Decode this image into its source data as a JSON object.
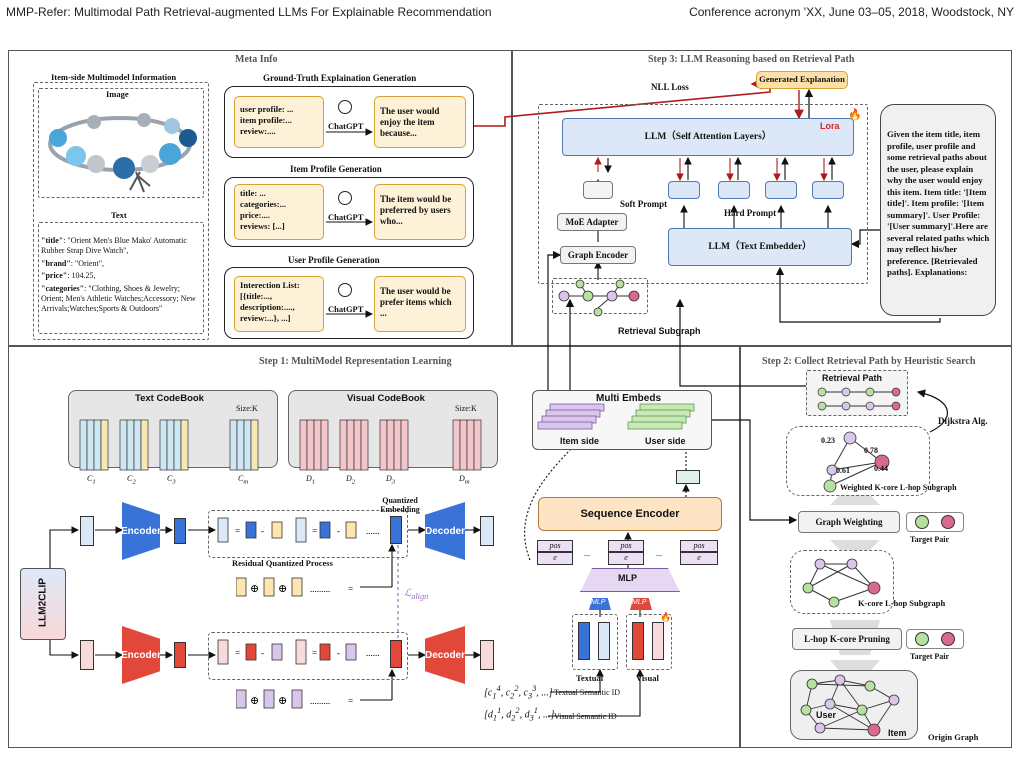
{
  "header": {
    "left": "MMP-Refer: Multimodal Path Retrieval-augmented LLMs For Explainable Recommendation",
    "right": "Conference acronym 'XX, June 03–05, 2018, Woodstock, NY"
  },
  "meta": {
    "title": "Meta Info",
    "item_side_title": "Item-side Multimodel Information",
    "image_label": "Image",
    "text_label": "Text",
    "title_key": "\"title\"",
    "title_val": ": \"Orient Men's Blue Mako' Automatic Rubber Strap Dive Watch\",",
    "brand_key": "\"brand\"",
    "brand_val": ": \"Orient\",",
    "price_key": "\"price\"",
    "price_val": ": 104.25,",
    "categories_key": "\"categories\"",
    "categories_val": ": \"Clothing, Shoes & Jewelry; Orient; Men's Athletic Watches;Accessory; New Arrivals;Watches;Sports & Outdoors\"",
    "gt_title": "Ground-Truth Explaination Generation",
    "gt_input": [
      "user profile: ...",
      "item profile:...",
      "review:...."
    ],
    "gt_output": "The user would enjoy the item because...",
    "item_profile_title": "Item Profile Generation",
    "ip_input": [
      "title: ...",
      "categories:...",
      "price:....",
      "reviews: [...]"
    ],
    "ip_output": "The item would be preferred by users who...",
    "user_profile_title": "User Profile Generation",
    "up_input": [
      "Interection List:",
      "[{title:...,",
      "description:....,",
      "review:...},     ...]"
    ],
    "up_output": "The user would be prefer items which ...",
    "chatgpt": "ChatGPT"
  },
  "step3": {
    "title": "Step 3: LLM Reasoning based on Retrieval Path",
    "nll": "NLL Loss",
    "generated": "Generated Explanation",
    "llm_sa": "LLM（Self Attention Layers）",
    "lora": "Lora",
    "soft_prompt": "Soft  Prompt",
    "hard_prompt": "Hard Prompt",
    "moe": "MoE Adapter",
    "graph_encoder": "Graph Encoder",
    "llm_te": "LLM（Text Embedder）",
    "retrieval_subgraph": "Retrieval Subgraph",
    "prompt_text": "Given the item title, item profile, user profile and some retrieval paths about the user, please explain why the user would enjoy this item. Item title: '[Item title]'. Item profile: '[Item summary]'. User Profile: '[User summary]'.Here are several related paths which may reflect his/her preference. [Retrievaled paths]. Explanations:"
  },
  "step1": {
    "title": "Step 1: MultiModel Representation Learning",
    "text_codebook": "Text CodeBook",
    "visual_codebook": "Visual CodeBook",
    "size_k": "Size:K",
    "c_labels": [
      "C",
      "C",
      "C",
      "C"
    ],
    "c_subs": [
      "1",
      "2",
      "3",
      "m"
    ],
    "d_labels": [
      "D",
      "D",
      "D",
      "D"
    ],
    "d_subs": [
      "1",
      "2",
      "3",
      "m"
    ],
    "encoder": "Encoder",
    "decoder": "Decoder",
    "llm2clip": "LLM2CLIP",
    "quantized": "Quantized Embedding",
    "residual": "Residual Quantized Process",
    "l_align": "ℒ",
    "l_align_sub": "align",
    "multi_embeds": "Multi Embeds",
    "item_side": "Item side",
    "user_side": "User side",
    "sequence_encoder": "Sequence Encoder",
    "mlp": "MLP",
    "textual": "Textual",
    "visual": "Visual",
    "textual_semantic": "Textual Semantic ID",
    "visual_semantic": "Visual Semantic ID",
    "pos_labels": [
      "pos",
      "pos",
      "pos"
    ],
    "e_labels": [
      "e",
      "e",
      "e"
    ],
    "dots": "..."
  },
  "step2": {
    "title": "Step 2: Collect Retrieval Path by Heuristic Search",
    "retrieval_path": "Retrieval Path",
    "dijkstra": "Dijkstra Alg.",
    "weights": [
      "0.23",
      "0.78",
      "0.61",
      "0.44"
    ],
    "weighted_subgraph": "Weighted K-core L-hop Subgraph",
    "graph_weighting": "Graph Weighting",
    "target_pair": "Target Pair",
    "kcore_subgraph": "K-core L-hop Subgraph",
    "pruning": "L-hop K-core  Pruning",
    "user": "User",
    "item": "Item",
    "origin_graph": "Origin Graph"
  },
  "colors": {
    "blue": "#3a73d8",
    "red": "#e2483a",
    "orange_fill": "#fdf1d7",
    "peach": "#fde4c4",
    "light_blue": "#dce8f8",
    "green_node": "#b8e0a0",
    "purple_node": "#d9c6ea",
    "pink_node": "#d86a8e"
  },
  "icons": [
    "chatgpt-icon",
    "bracelet-image",
    "flame-icon"
  ]
}
